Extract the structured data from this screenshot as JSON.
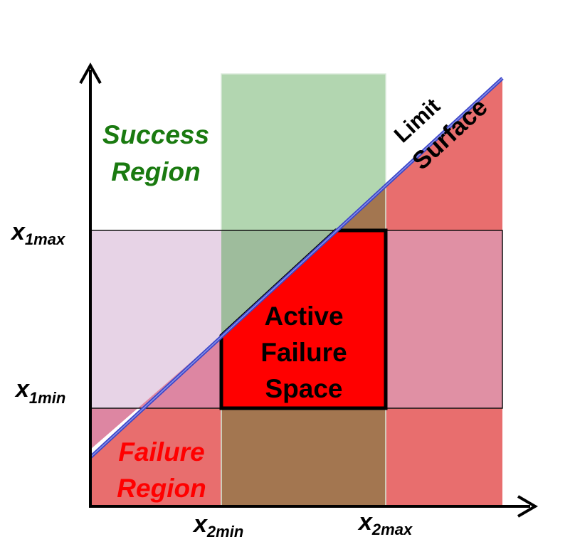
{
  "labels": {
    "success_line1": "Success",
    "success_line2": "Region",
    "failure_line1": "Failure",
    "failure_line2": "Region",
    "active_line1": "Active",
    "active_line2": "Failure",
    "active_line3": "Space",
    "limit_line1": "Limit",
    "limit_line2": "Surface"
  },
  "axis_labels": {
    "x1max_main": "x",
    "x1max_sub": "1max",
    "x1min_main": "x",
    "x1min_sub": "1min",
    "x2min_main": "x",
    "x2min_sub": "2min",
    "x2max_main": "x",
    "x2max_sub": "2max"
  },
  "colors": {
    "success_text": "#1a7a10",
    "failure_text": "#ff0000",
    "failure_fill": "#e86e6e",
    "success_band": "#b2d6b0",
    "purple_band": "#e7d3e6",
    "overlap_brown": "#a37650",
    "active_fill": "#ff0000",
    "limit_line": "#3c46c8"
  }
}
